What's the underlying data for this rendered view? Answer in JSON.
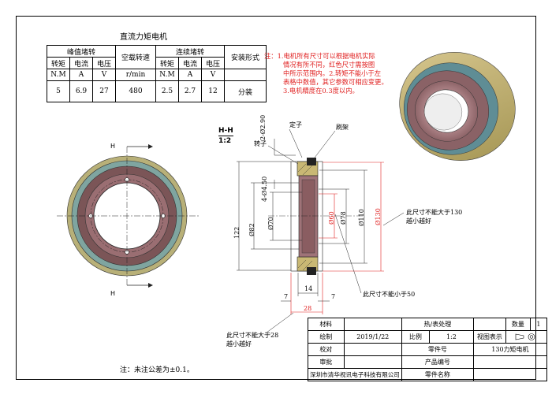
{
  "spec_table": {
    "title": "直流力矩电机",
    "header": {
      "peak_stall": "峰值堵转",
      "no_load_speed": "空载转速",
      "cont_stall": "连续堵转",
      "mounting": "安装形式"
    },
    "sub_header": [
      "转矩",
      "电流",
      "电压",
      "r/min",
      "转矩",
      "电流",
      "电压"
    ],
    "units": [
      "N.M",
      "A",
      "V",
      "N.M",
      "A",
      "V"
    ],
    "values": [
      "5",
      "6.9",
      "27",
      "480",
      "2.5",
      "2.7",
      "12",
      "分装"
    ]
  },
  "red_note": {
    "lines": [
      "注：1.电机所有尺寸可以根据电机实际",
      "情况有所不同，红色尺寸需按图",
      "中所示范围内。2.转矩不能小于左",
      "表格中数值，其它参数可相应变更。",
      "3.电机精度在0.3度以内。"
    ]
  },
  "section": {
    "title": "H-H",
    "scale": "1:2"
  },
  "section_marker": "H",
  "part_labels": {
    "stator": "定子",
    "brush_holder": "刷架",
    "rotor": "转子"
  },
  "dimensions": {
    "d2_90": "2-Ø2.90",
    "d4_50": "4-Ø4.50",
    "d70": "Ø70",
    "d82": "Ø82",
    "d122": "122",
    "d60": "Ø60",
    "d78": "Ø78",
    "d110": "Ø110",
    "d130": "Ø130",
    "w14": "14",
    "w7a": "7",
    "w7b": "7",
    "w28": "28"
  },
  "callouts": {
    "c130": [
      "此尺寸不能大于130",
      "越小越好"
    ],
    "c50": "此尺寸不能小于50",
    "c28": [
      "此尺寸不能大于28",
      "越小越好"
    ]
  },
  "tolerance_note": "注：未注公差为±0.1。",
  "title_block": {
    "material": "材料",
    "heat_treatment": "热/表处理",
    "quantity_label": "数量",
    "quantity": "1",
    "drawn": "绘制",
    "date": "2019/1/22",
    "scale_label": "比例",
    "scale": "1:2",
    "view_label": "视图表示",
    "checked": "校对",
    "part_no_label": "零件号",
    "part_no": "130力矩电机",
    "approved": "审批",
    "product_no_label": "产品编号",
    "part_name_label": "零件名称",
    "company": "深圳市清华视讯电子科技有限公司"
  }
}
